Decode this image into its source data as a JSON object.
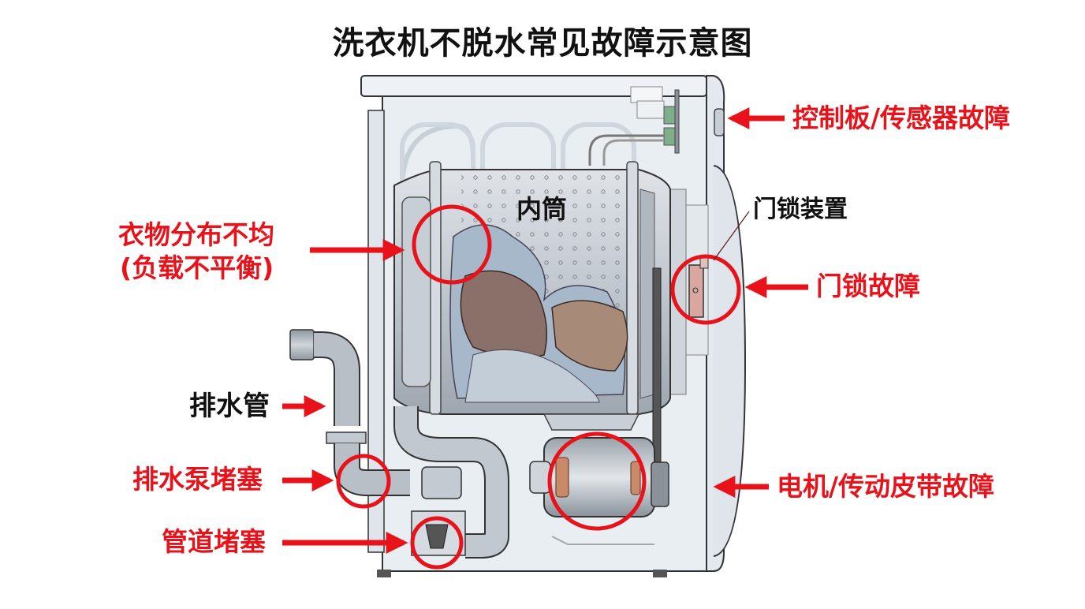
{
  "title": "洗衣机不脱水常见故障示意图",
  "colors": {
    "fault_red": "#e8121a",
    "label_black": "#111111",
    "cabinet": "#e6ecf2",
    "drum": "#b9c0c8",
    "pipe": "#a8b0b8",
    "clothes_brown": "#8a7068",
    "clothes_blue": "#9fb3c8",
    "pcb_green": "#7fae8a",
    "lock_pink": "#d9a6a0",
    "coil_copper": "#c98a6a"
  },
  "component_labels": {
    "inner_drum": "内筒",
    "door_lock_device": "门锁装置",
    "drain_hose": "排水管"
  },
  "fault_labels": {
    "control_board": "控制板/传感器故障",
    "load_imbalance_line1": "衣物分布不均",
    "load_imbalance_line2": "(负载不平衡)",
    "door_lock": "门锁故障",
    "drain_pump": "排水泵堵塞",
    "motor_belt": "电机/传动皮带故障",
    "pipe_blockage": "管道堵塞"
  },
  "icons": {
    "arrow": "red-arrow-icon",
    "highlight": "red-circle-highlight-icon",
    "leader": "leader-line-icon"
  }
}
